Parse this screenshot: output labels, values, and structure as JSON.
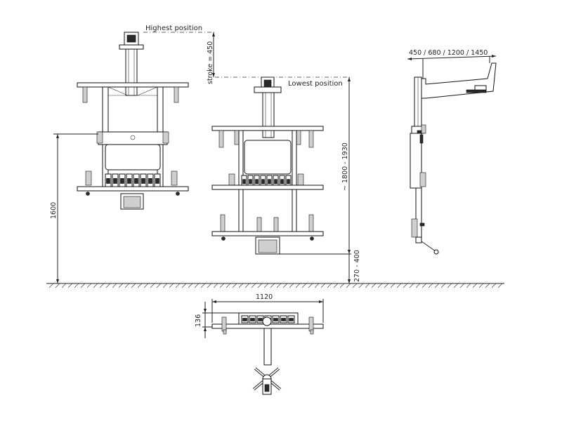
{
  "labels": {
    "highest_position": "Highest position",
    "lowest_position": "Lowest position",
    "stroke": "stroke = 450",
    "height_1600": "1600",
    "range_1800_1930": "~ 1800 - 1930",
    "range_270_400": "270 - 400",
    "arm_lengths": "450 / 680 / 1200 / 1450",
    "width_1120": "1120",
    "depth_136": "136"
  },
  "colors": {
    "line": "#222222",
    "background": "#ffffff",
    "dark_part": "#2a2a2a",
    "grey_part": "#cfcfcf"
  }
}
